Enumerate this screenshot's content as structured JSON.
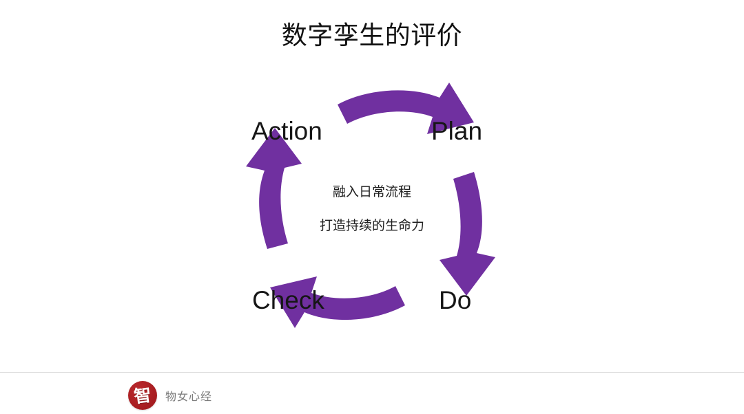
{
  "slide": {
    "title": "数字孪生的评价",
    "background_color": "#ffffff",
    "accent_color": "#7030A0",
    "title_color": "#111111"
  },
  "diagram": {
    "type": "pdca-cycle",
    "direction": "clockwise",
    "arrow_color": "#7030A0",
    "stages": [
      {
        "key": "plan",
        "label": "Plan",
        "position": "top-right"
      },
      {
        "key": "do",
        "label": "Do",
        "position": "bottom-right"
      },
      {
        "key": "check",
        "label": "Check",
        "position": "bottom-left"
      },
      {
        "key": "action",
        "label": "Action",
        "position": "top-left"
      }
    ],
    "arrows": [
      {
        "key": "arrow-top",
        "name": "arrow-action-to-plan",
        "direction": "right"
      },
      {
        "key": "arrow-right",
        "name": "arrow-plan-to-do",
        "direction": "down"
      },
      {
        "key": "arrow-bottom",
        "name": "arrow-do-to-check",
        "direction": "left"
      },
      {
        "key": "arrow-left",
        "name": "arrow-check-to-action",
        "direction": "up"
      }
    ],
    "center_text": {
      "line1": "融入日常流程",
      "line2": "打造持续的生命力",
      "color": "#202020"
    }
  },
  "footer": {
    "brand_name": "物女心经",
    "logo_glyph": "智",
    "logo_color": "#ad1f23",
    "text_color": "#7a7a7a"
  }
}
